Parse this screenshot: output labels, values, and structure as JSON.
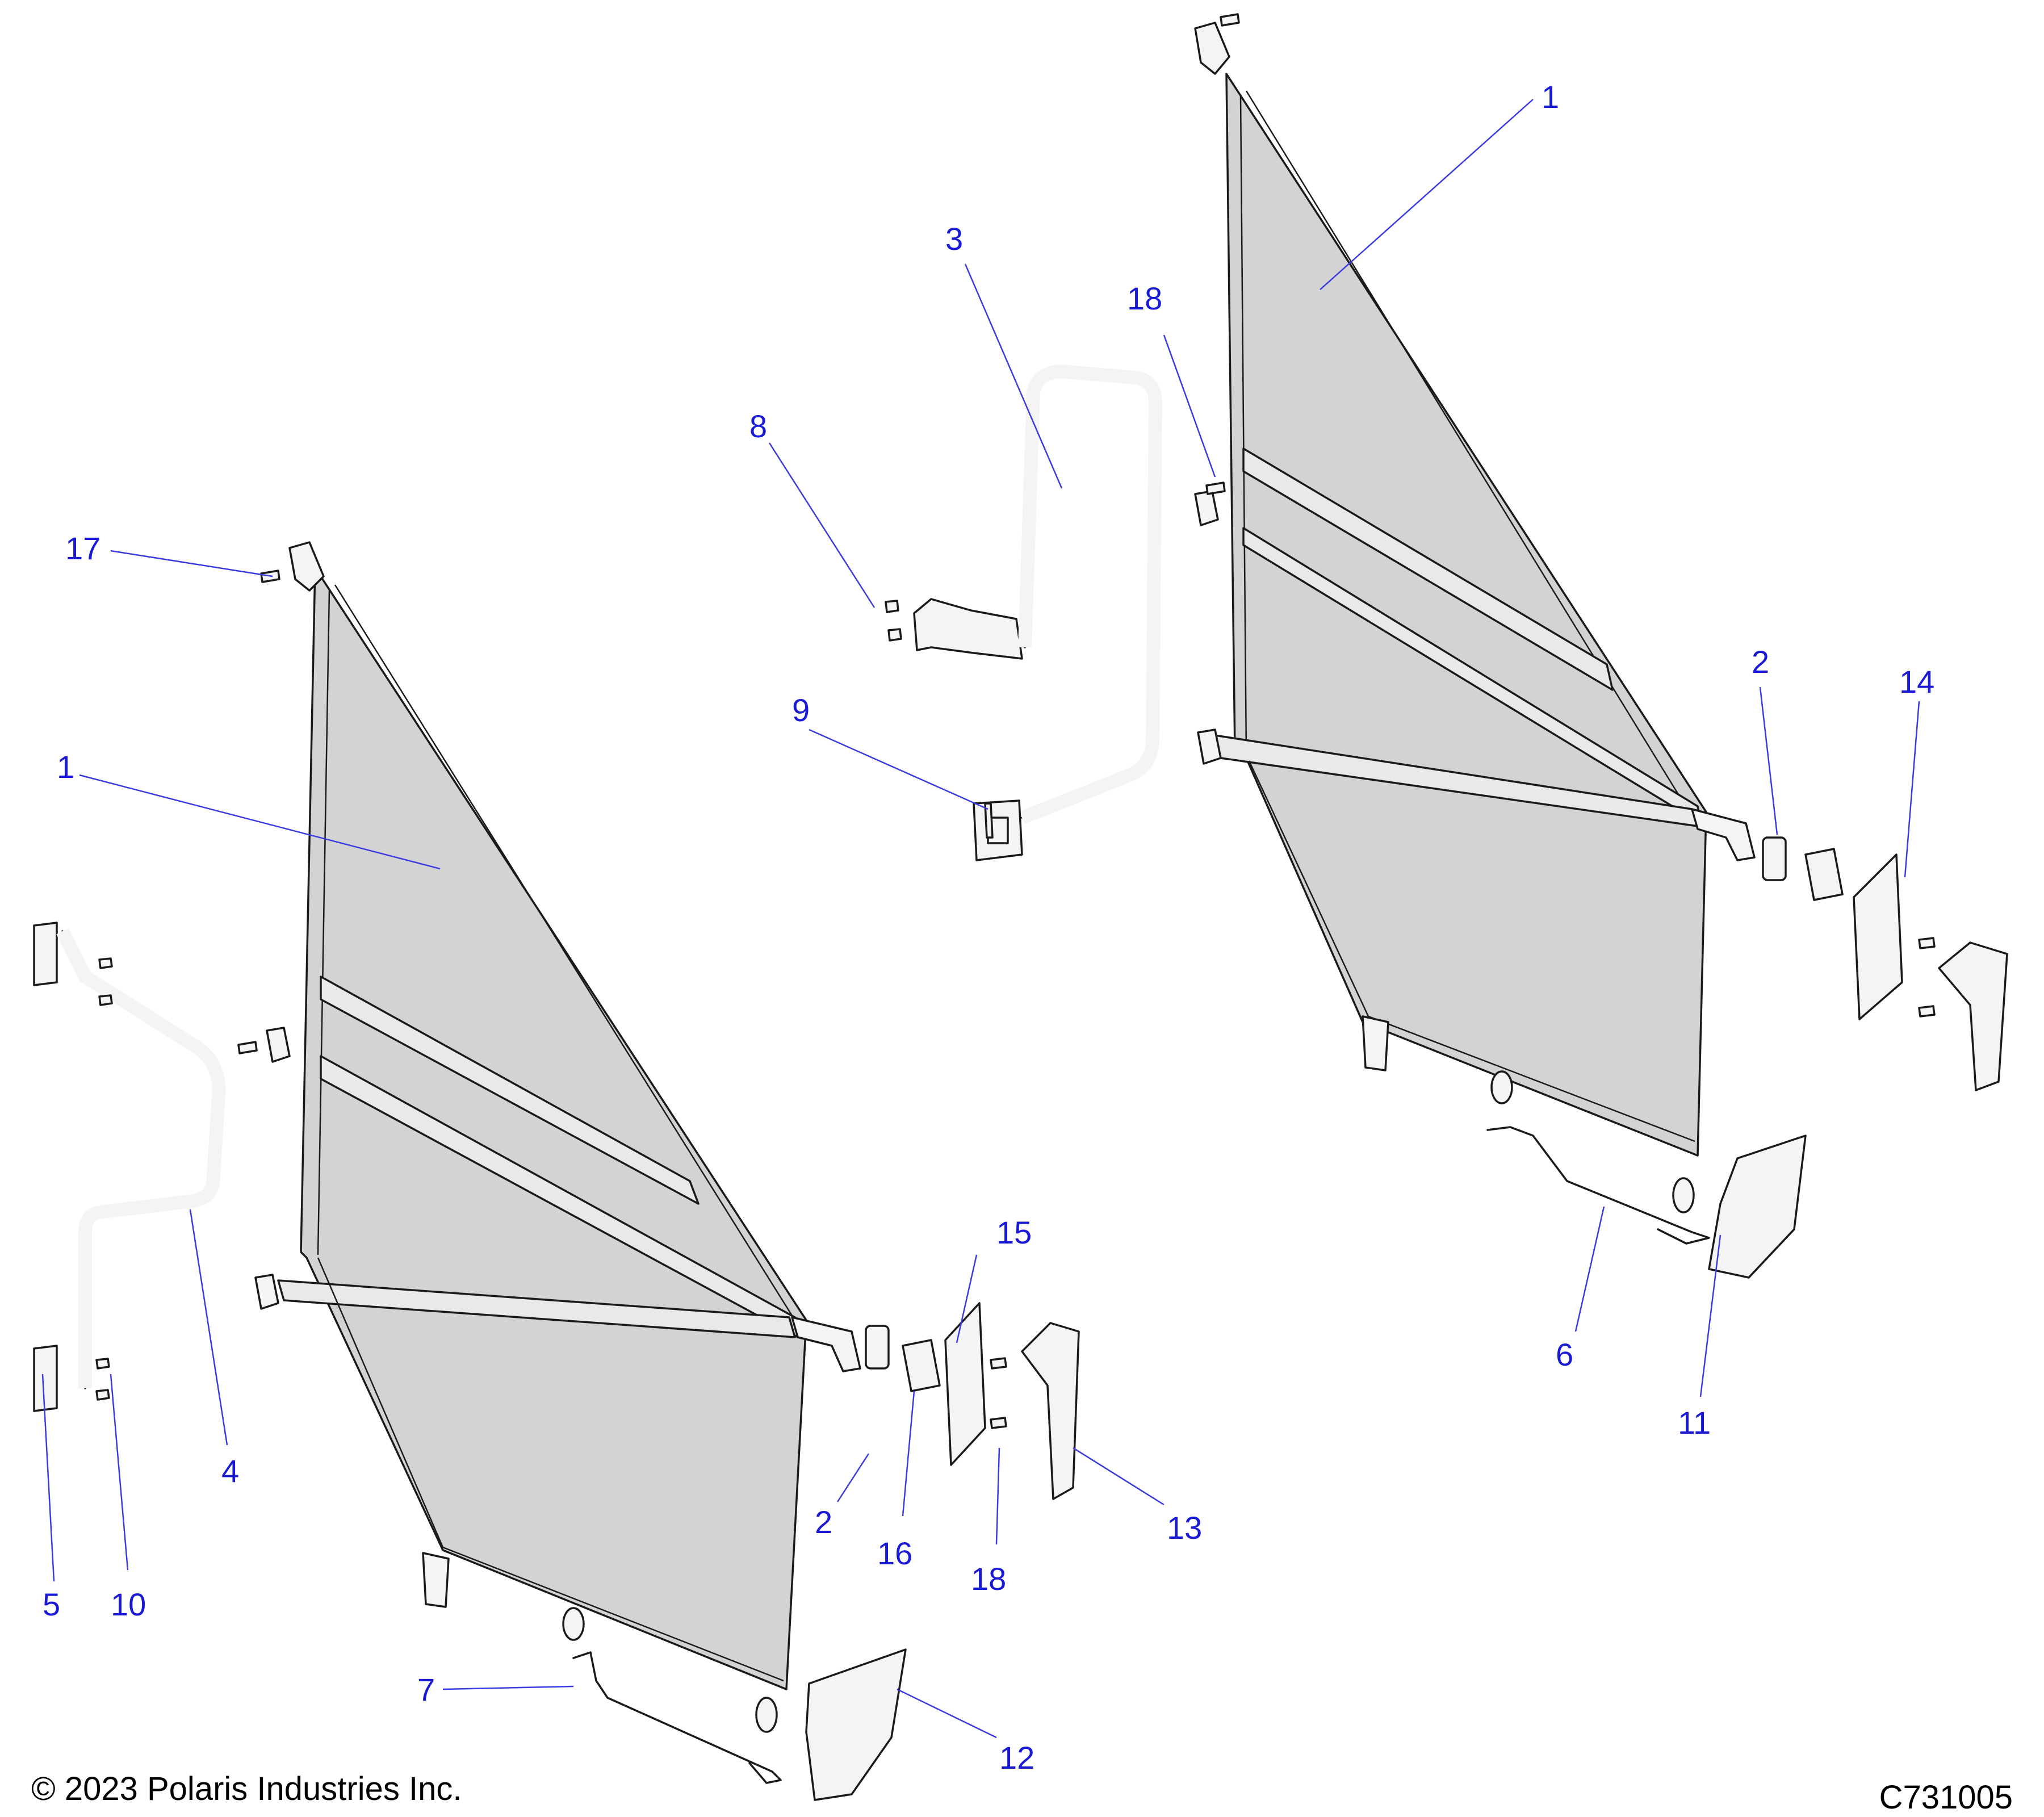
{
  "copyright": "© 2023 Polaris Industries Inc.",
  "drawing_id": "C731005",
  "colors": {
    "callout": "#1a1ad6",
    "leader": "#3a3ae0",
    "mesh": "#d3d3d3",
    "outline": "#1a1a1a"
  },
  "callouts": [
    {
      "id": "c1a",
      "label": "1"
    },
    {
      "id": "c1b",
      "label": "1"
    },
    {
      "id": "c2a",
      "label": "2"
    },
    {
      "id": "c2b",
      "label": "2"
    },
    {
      "id": "c3",
      "label": "3"
    },
    {
      "id": "c4",
      "label": "4"
    },
    {
      "id": "c5",
      "label": "5"
    },
    {
      "id": "c6",
      "label": "6"
    },
    {
      "id": "c7",
      "label": "7"
    },
    {
      "id": "c8",
      "label": "8"
    },
    {
      "id": "c9",
      "label": "9"
    },
    {
      "id": "c10",
      "label": "10"
    },
    {
      "id": "c11",
      "label": "11"
    },
    {
      "id": "c12",
      "label": "12"
    },
    {
      "id": "c13",
      "label": "13"
    },
    {
      "id": "c14",
      "label": "14"
    },
    {
      "id": "c15",
      "label": "15"
    },
    {
      "id": "c16",
      "label": "16"
    },
    {
      "id": "c17",
      "label": "17"
    },
    {
      "id": "c18a",
      "label": "18"
    },
    {
      "id": "c18b",
      "label": "18"
    }
  ]
}
